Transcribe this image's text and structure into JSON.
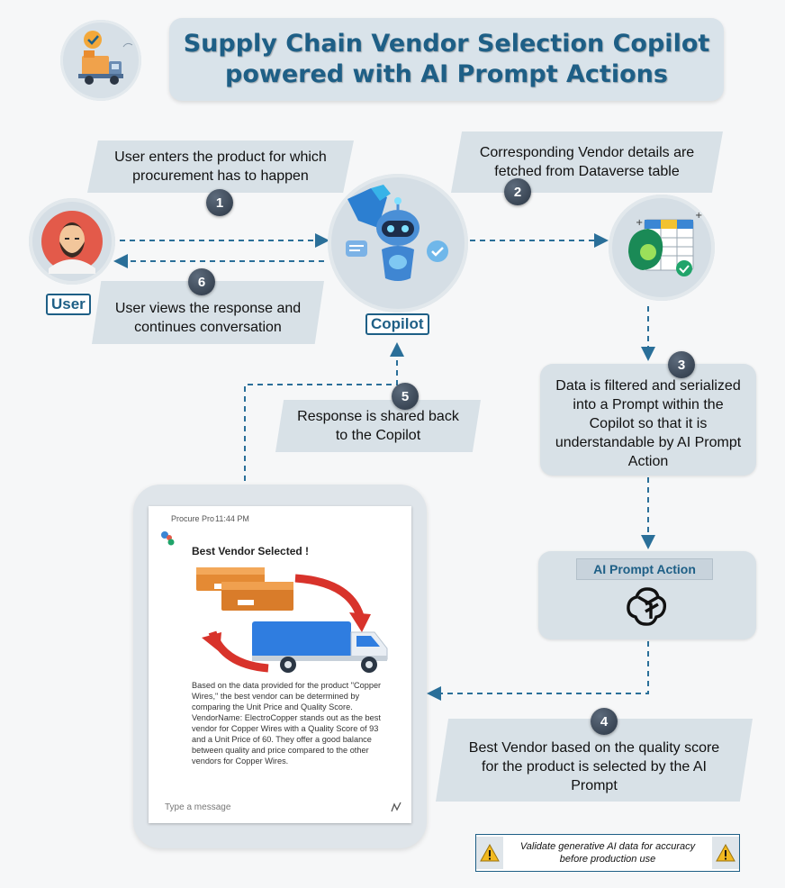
{
  "title": {
    "line1": "Supply Chain Vendor Selection Copilot",
    "line2": "powered with AI Prompt Actions"
  },
  "actors": {
    "user_label": "User",
    "copilot_label": "Copilot"
  },
  "steps": [
    {
      "number": "1",
      "lines": [
        "User enters the product for which",
        "procurement has to happen"
      ]
    },
    {
      "number": "2",
      "lines": [
        "Corresponding Vendor details are",
        "fetched from Dataverse table"
      ]
    },
    {
      "number": "3",
      "lines": [
        "Data is filtered and serialized",
        "into a Prompt within the",
        "Copilot so that it is",
        "understandable by AI Prompt",
        "Action"
      ]
    },
    {
      "number": "4",
      "lines": [
        "Best Vendor based on the quality score",
        "for the product is selected by the AI",
        "Prompt"
      ]
    },
    {
      "number": "5",
      "lines": [
        "Response is shared back",
        "to the Copilot"
      ]
    },
    {
      "number": "6",
      "lines": [
        "User views the response and",
        "continues conversation"
      ]
    }
  ],
  "ai_action_label": "AI Prompt Action",
  "phone": {
    "app_name": "Procure Pro",
    "time": "11:44 PM",
    "card_title": "Best Vendor Selected !",
    "body_lines": [
      "Based on the data provided for the product \"Copper",
      "Wires,\" the best vendor can be determined by",
      "comparing the Unit Price and Quality Score.",
      "VendorName: ElectroCopper stands out as the best",
      "vendor for Copper Wires with a Quality Score of 93",
      "and a Unit Price of 60. They offer a good balance",
      "between quality and price compared to the other",
      "vendors for Copper Wires."
    ],
    "input_placeholder": "Type a message"
  },
  "disclaimer": {
    "lines": [
      "Validate generative AI data for accuracy",
      "before production use"
    ]
  },
  "colors": {
    "accent": "#1e5f86",
    "panel": "#d8e1e7",
    "arrow": "#2a6f99"
  },
  "icons": [
    "delivery-truck-icon",
    "user-avatar-icon",
    "copilot-robot-icon",
    "dataverse-table-icon",
    "openai-logo-icon",
    "warning-icon",
    "pen-icon"
  ]
}
